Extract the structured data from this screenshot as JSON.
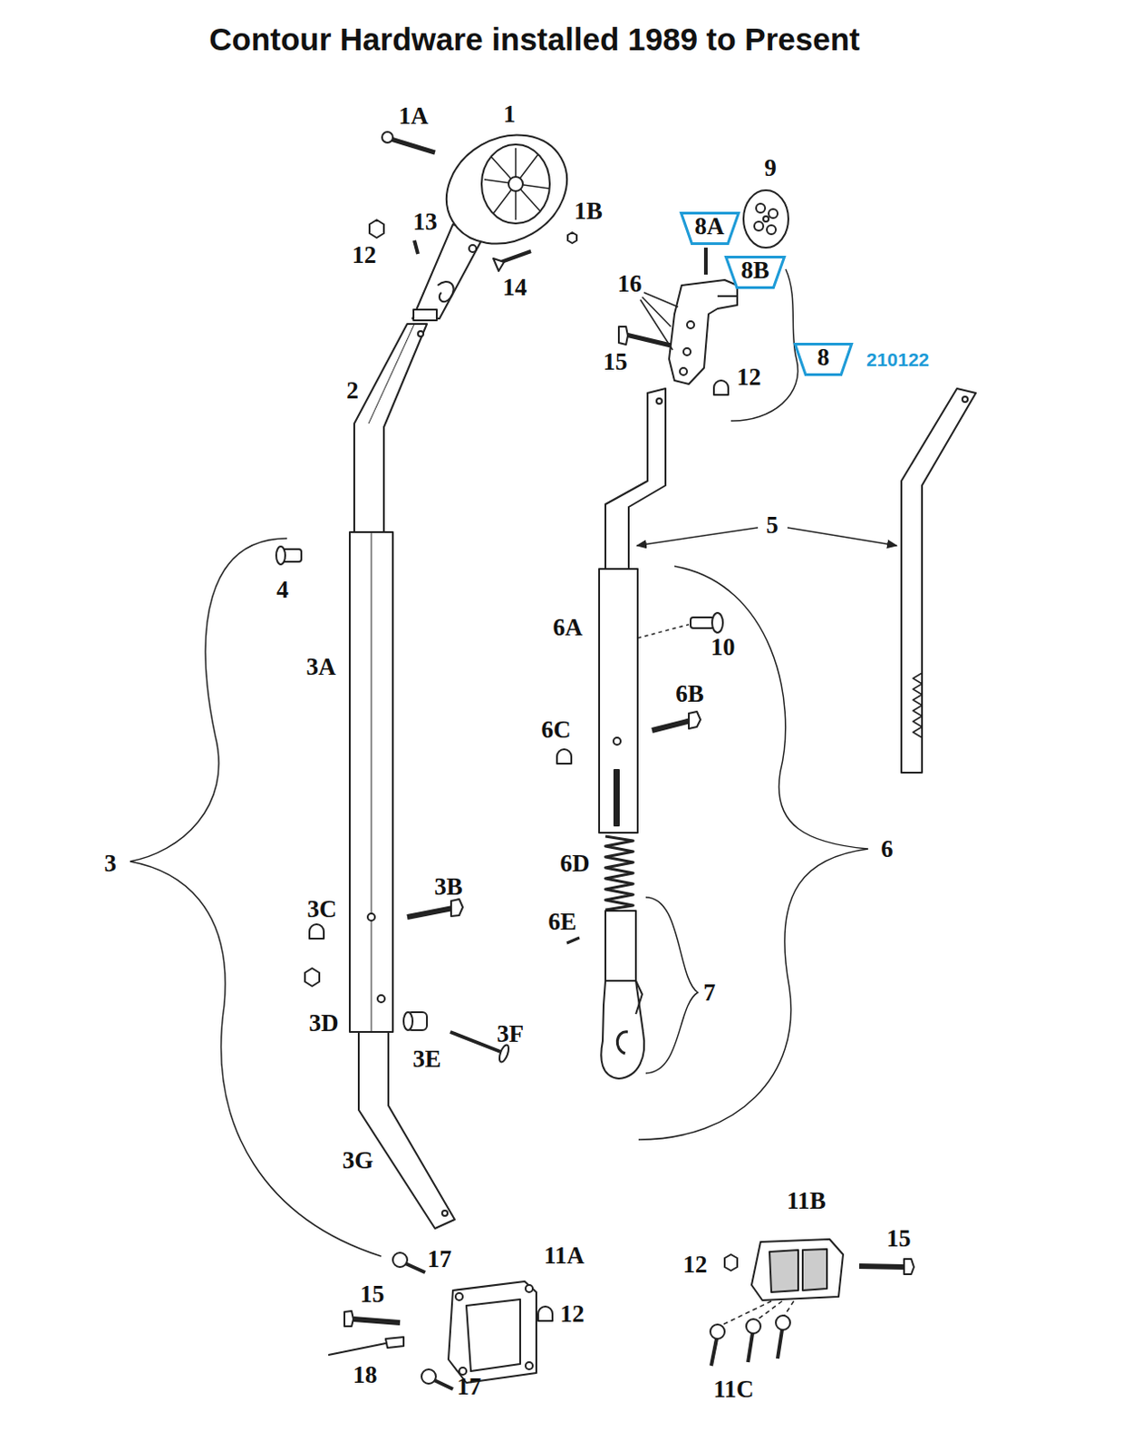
{
  "diagram": {
    "title": "Contour Hardware installed 1989 to Present",
    "nodes": [
      {
        "text": [
          "8A"
        ]
      },
      {
        "text": [
          "8B"
        ]
      },
      {
        "text": [
          "8"
        ]
      }
    ],
    "labels": [
      "1A",
      "1",
      "13",
      "1B",
      "12",
      "14",
      "9",
      "16",
      "15",
      "12",
      "210122",
      "2",
      "5",
      "4",
      "6A",
      "10",
      "3A",
      "6B",
      "6C",
      "3",
      "6",
      "6D",
      "3B",
      "3C",
      "6E",
      "7",
      "3D",
      "3F",
      "3E",
      "3G",
      "11B",
      "15",
      "12",
      "17",
      "11A",
      "15",
      "12",
      "18",
      "17",
      "11C"
    ]
  }
}
